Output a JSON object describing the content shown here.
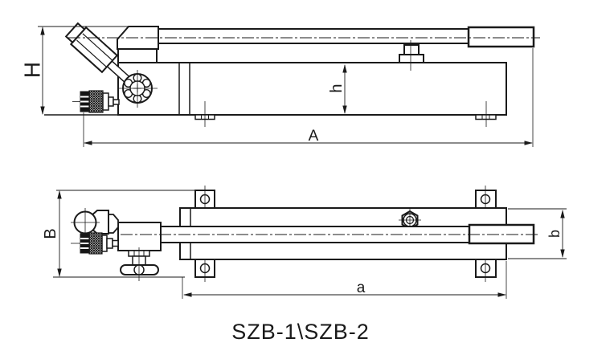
{
  "drawing": {
    "caption": "SZB-1\\SZB-2",
    "side_view": {
      "label_overall_height": "H",
      "label_pump_height": "h",
      "label_overall_length": "A"
    },
    "plan_view": {
      "label_overall_width": "B",
      "label_body_length": "a",
      "label_body_width": "b"
    },
    "colors": {
      "line": "#1a1a1a",
      "background": "#ffffff",
      "knurl_fill": "#161616"
    }
  }
}
